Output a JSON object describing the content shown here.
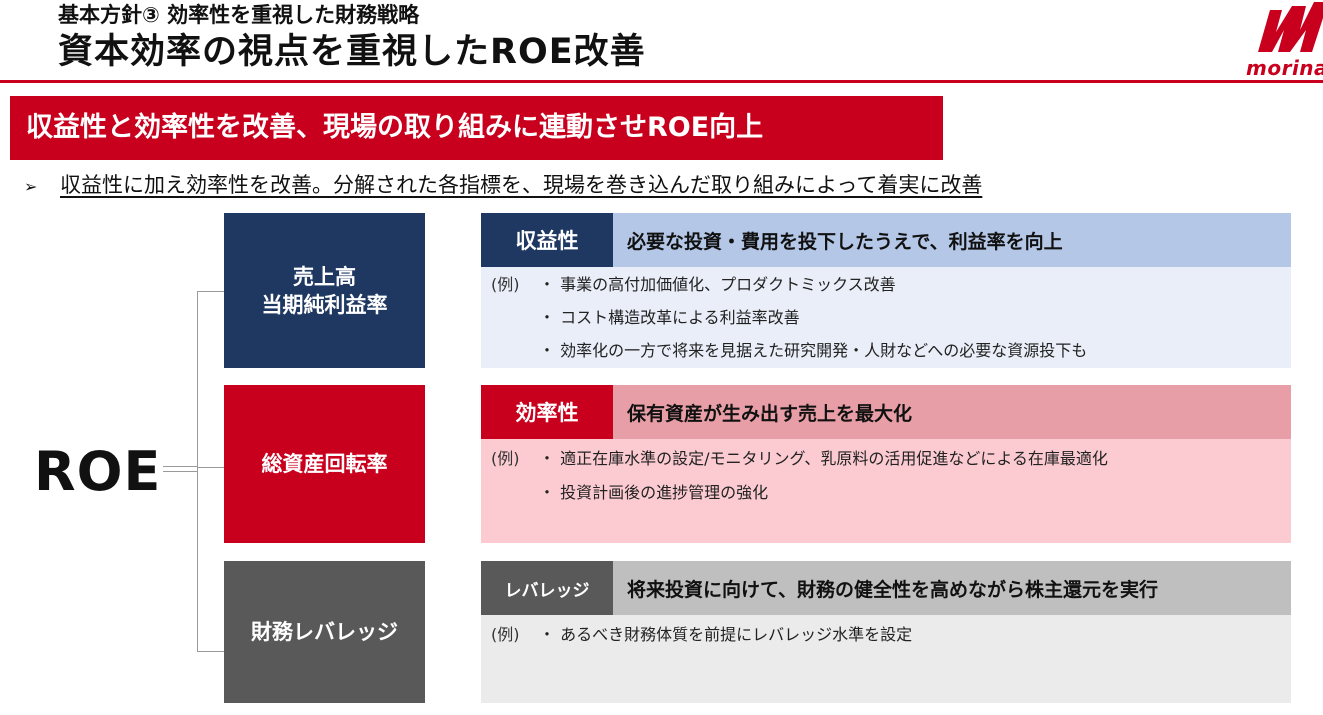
{
  "header": {
    "subtitle": "基本方針③ 効率性を重視した財務戦略",
    "title": "資本効率の視点を重視したROE改善",
    "logo_text": "morina",
    "brand_color": "#c8001e"
  },
  "banner": {
    "text": "収益性と効率性を改善、現場の取り組みに連動させROE向上"
  },
  "lead": {
    "bullet": "➢",
    "text": "収益性に加え効率性を改善。分解された各指標を、現場を巻き込んだ取り組みによって着実に改善"
  },
  "roe": {
    "label": "ROE"
  },
  "metrics": [
    {
      "line1": "売上高",
      "line2": "当期純利益率",
      "color": "#1f3862"
    },
    {
      "line1": "総資産回転率",
      "line2": "",
      "color": "#c8001e"
    },
    {
      "line1": "財務レバレッジ",
      "line2": "",
      "color": "#595959"
    }
  ],
  "panels": [
    {
      "tag": "収益性",
      "title": "必要な投資・費用を投下したうえで、利益率を向上",
      "example_label": "(例)",
      "items": [
        "・ 事業の高付加価値化、プロダクトミックス改善",
        "・ コスト構造改革による利益率改善",
        "・ 効率化の一方で将来を見据えた研究開発・人財などへの必要な資源投下も"
      ]
    },
    {
      "tag": "効率性",
      "title": "保有資産が生み出す売上を最大化",
      "example_label": "(例)",
      "items": [
        "・ 適正在庫水準の設定/モニタリング、乳原料の活用促進などによる在庫最適化",
        "・ 投資計画後の進捗管理の強化"
      ]
    },
    {
      "tag": "レバレッジ",
      "title": "将来投資に向けて、財務の健全性を高めながら株主還元を実行",
      "example_label": "(例)",
      "items": [
        "・ あるべき財務体質を前提にレバレッジ水準を設定"
      ]
    }
  ]
}
